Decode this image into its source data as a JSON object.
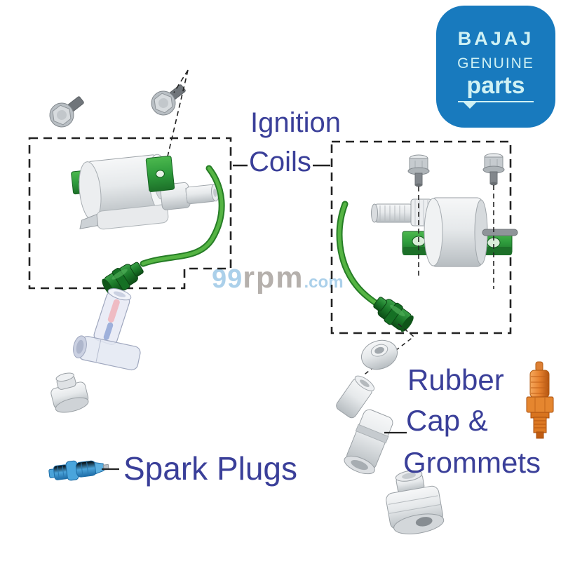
{
  "page": {
    "background": "#FFFFFF"
  },
  "brand_badge": {
    "line1": "BAJAJ",
    "line2": "GENUINE",
    "line3": "parts"
  },
  "labels": {
    "ignition_line1": "Ignition",
    "ignition_line2": "Coils",
    "spark_plugs": "Spark Plugs",
    "rubber_line1": "Rubber",
    "rubber_line2": "Cap &",
    "rubber_line3": "Grommets"
  },
  "watermark": {
    "prefix": "99",
    "mid": "rpm",
    "suffix": ".com"
  },
  "colors": {
    "badge-bg": "#187ABE",
    "badge-text": "#CFF1F4",
    "label-blue": "#3A3F99",
    "wm-blue": "#A7CEE9",
    "wm-gray": "#B2ACA8",
    "bracket-green": "#2E9B3C",
    "wire-green": "#55B443",
    "wire-green-dark": "#267D26",
    "connector-green": "#1B7A2A",
    "plug-blue": "#4BA3D9",
    "plug-orange": "#E6812E",
    "line-dark": "#222222"
  },
  "illustrations": {
    "left_box": "ignition-coil-with-ht-lead",
    "right_box": "ignition-coil-with-ht-lead",
    "top_left": "mounting-bolts",
    "below_left_box": "transparent-spark-plug-cap-and-grommet",
    "bottom_left": "blue-spark-plug",
    "bottom_right": "spark-plug-cap-and-grommets",
    "right_edge": "orange-spark-plug"
  }
}
